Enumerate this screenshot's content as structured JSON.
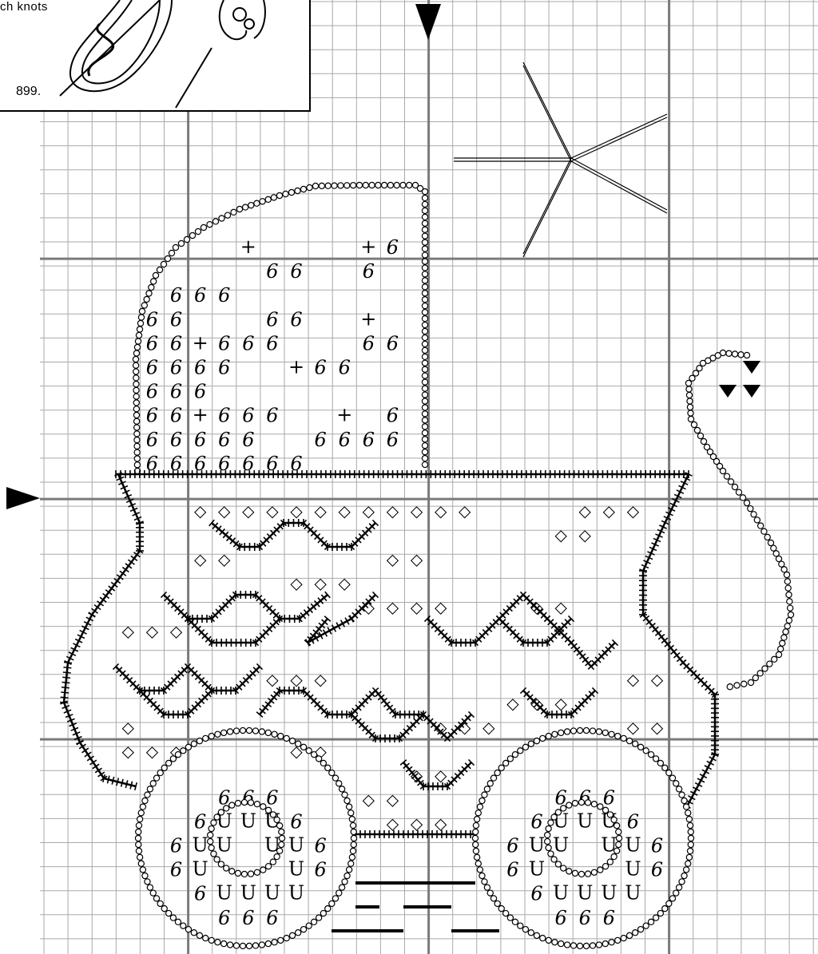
{
  "inset": {
    "label": "ch knots",
    "number": "899."
  },
  "colors": {
    "grid_minor": "#a9a9a9",
    "grid_major": "#7a7a7a",
    "ink": "#000000"
  },
  "legend_symbols": {
    "cross": "+",
    "six": "6",
    "diamond": "◇",
    "u": "U",
    "arrow": "▼"
  }
}
